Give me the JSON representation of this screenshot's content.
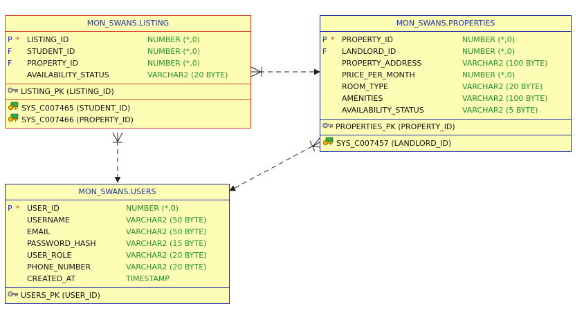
{
  "tables": {
    "listing": {
      "title": "MON_SWANS.LISTING",
      "columns": [
        {
          "flag": "P",
          "star": "*",
          "name": "LISTING_ID",
          "type": "NUMBER (*,0)"
        },
        {
          "flag": "F",
          "star": "",
          "name": "STUDENT_ID",
          "type": "NUMBER (*,0)"
        },
        {
          "flag": "F",
          "star": "",
          "name": "PROPERTY_ID",
          "type": "NUMBER (*,0)"
        },
        {
          "flag": "",
          "star": "",
          "name": "AVAILABILITY_STATUS",
          "type": "VARCHAR2 (20 BYTE)"
        }
      ],
      "primary_key": "LISTING_PK (LISTING_ID)",
      "foreign_keys": [
        "SYS_C007465 (STUDENT_ID)",
        "SYS_C007466 (PROPERTY_ID)"
      ]
    },
    "properties": {
      "title": "MON_SWANS.PROPERTIES",
      "columns": [
        {
          "flag": "P",
          "star": "*",
          "name": "PROPERTY_ID",
          "type": "NUMBER (*,0)"
        },
        {
          "flag": "F",
          "star": "",
          "name": "LANDLORD_ID",
          "type": "NUMBER (*,0)"
        },
        {
          "flag": "",
          "star": "",
          "name": "PROPERTY_ADDRESS",
          "type": "VARCHAR2 (100 BYTE)"
        },
        {
          "flag": "",
          "star": "",
          "name": "PRICE_PER_MONTH",
          "type": "NUMBER (*,0)"
        },
        {
          "flag": "",
          "star": "",
          "name": "ROOM_TYPE",
          "type": "VARCHAR2 (20 BYTE)"
        },
        {
          "flag": "",
          "star": "",
          "name": "AMENITIES",
          "type": "VARCHAR2 (100 BYTE)"
        },
        {
          "flag": "",
          "star": "",
          "name": "AVAILABILITY_STATUS",
          "type": "VARCHAR2 (5 BYTE)"
        }
      ],
      "primary_key": "PROPERTIES_PK (PROPERTY_ID)",
      "foreign_keys": [
        "SYS_C007457 (LANDLORD_ID)"
      ]
    },
    "users": {
      "title": "MON_SWANS.USERS",
      "columns": [
        {
          "flag": "P",
          "star": "*",
          "name": "USER_ID",
          "type": "NUMBER (*,0)"
        },
        {
          "flag": "",
          "star": "",
          "name": "USERNAME",
          "type": "VARCHAR2 (50 BYTE)"
        },
        {
          "flag": "",
          "star": "",
          "name": "EMAIL",
          "type": "VARCHAR2 (50 BYTE)"
        },
        {
          "flag": "",
          "star": "",
          "name": "PASSWORD_HASH",
          "type": "VARCHAR2 (15 BYTE)"
        },
        {
          "flag": "",
          "star": "",
          "name": "USER_ROLE",
          "type": "VARCHAR2 (20 BYTE)"
        },
        {
          "flag": "",
          "star": "",
          "name": "PHONE_NUMBER",
          "type": "VARCHAR2 (20 BYTE)"
        },
        {
          "flag": "",
          "star": "",
          "name": "CREATED_AT",
          "type": "TIMESTAMP"
        }
      ],
      "primary_key": "USERS_PK (USER_ID)",
      "foreign_keys": []
    }
  },
  "relationships": [
    {
      "from": "listing",
      "to": "properties",
      "via": "PROPERTY_ID"
    },
    {
      "from": "listing",
      "to": "users",
      "via": "STUDENT_ID"
    },
    {
      "from": "properties",
      "to": "users",
      "via": "LANDLORD_ID"
    }
  ],
  "colors": {
    "listing_border": "#d83a28",
    "table_border": "#1c2ba8",
    "table_fill": "#fdfdb6",
    "title_text": "#1a2fa7",
    "type_text": "#23902d",
    "mandatory_star": "#d83a28",
    "connector": "#222222"
  },
  "icons": {
    "primary_key": "key-icon",
    "foreign_key": "fk-constraint-icon"
  }
}
